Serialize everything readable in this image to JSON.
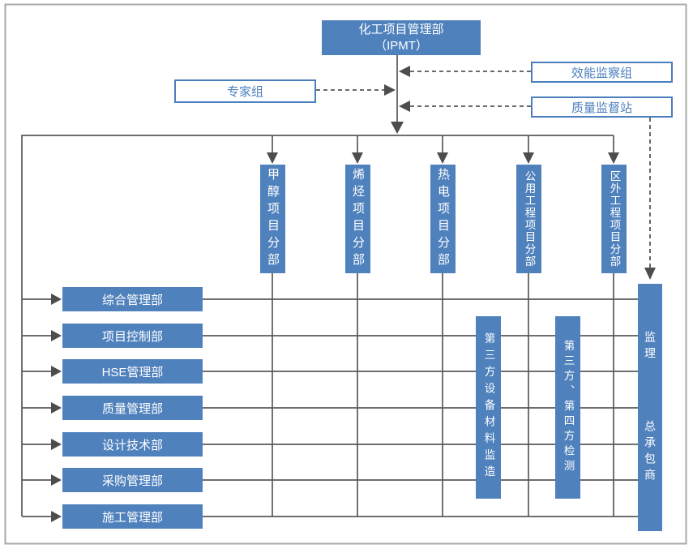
{
  "colors": {
    "box_blue": "#4f81bd",
    "outline_blue": "#4a7ebc",
    "line_gray": "#595959",
    "arrow_gray": "#4d4d4d",
    "frame_gray": "#a9a9a9"
  },
  "ipmt": {
    "line1": "化工项目管理部",
    "line2": "（IPMT）"
  },
  "advisory": {
    "expert_group": "专家组",
    "efficiency_group": "效能监察组",
    "quality_station": "质量监督站"
  },
  "divisions": [
    "甲醇项目分部",
    "烯烃项目分部",
    "热电项目分部",
    "公用工程项目分部",
    "区外工程项目分部"
  ],
  "departments": [
    "综合管理部",
    "项目控制部",
    "HSE管理部",
    "质量管理部",
    "设计技术部",
    "采购管理部",
    "施工管理部"
  ],
  "third_party": [
    "第三方设备材料监造",
    "第三方、第四方检测"
  ],
  "contractor": {
    "supervision": "监理",
    "general": "总承包商"
  }
}
